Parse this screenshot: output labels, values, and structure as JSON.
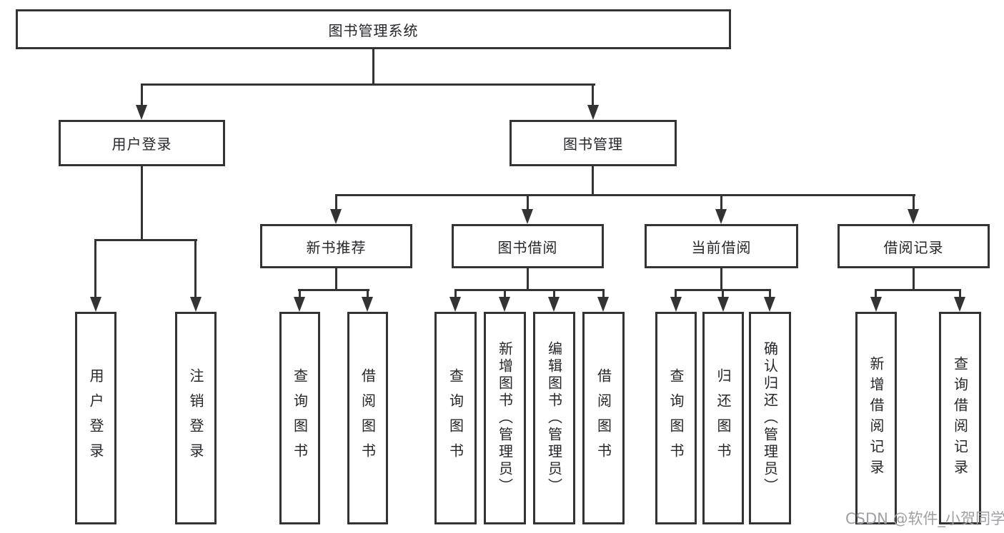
{
  "tree": {
    "label": "图书管理系统",
    "children": [
      {
        "label": "用户登录",
        "children": [
          {
            "label": "用户登录"
          },
          {
            "label": "注销登录"
          }
        ]
      },
      {
        "label": "图书管理",
        "children": [
          {
            "label": "新书推荐",
            "children": [
              {
                "label": "查询图书"
              },
              {
                "label": "借阅图书"
              }
            ]
          },
          {
            "label": "图书借阅",
            "children": [
              {
                "label": "查询图书"
              },
              {
                "label": "新增图书（管理员）"
              },
              {
                "label": "编辑图书（管理员）"
              },
              {
                "label": "借阅图书"
              }
            ]
          },
          {
            "label": "当前借阅",
            "children": [
              {
                "label": "查询图书"
              },
              {
                "label": "归还图书"
              },
              {
                "label": "确认归还（管理员）"
              }
            ]
          },
          {
            "label": "借阅记录",
            "children": [
              {
                "label": "新增借阅记录"
              },
              {
                "label": "查询借阅记录"
              }
            ]
          }
        ]
      }
    ]
  },
  "watermark": {
    "text": "CSDN @软件_小贺同学"
  },
  "colors": {
    "line": "#333333",
    "text": "#26262b",
    "watermark": "#9fa0a4",
    "background": "#ffffff"
  }
}
